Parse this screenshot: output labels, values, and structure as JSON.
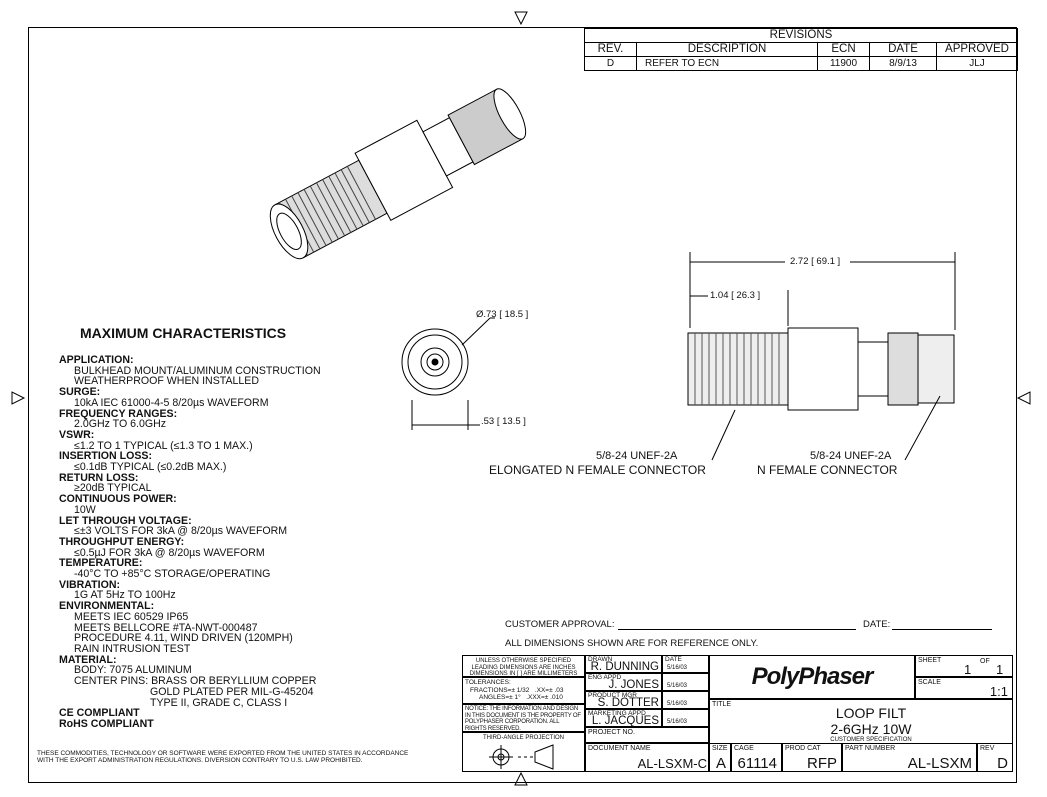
{
  "revisions": {
    "title": "REVISIONS",
    "headers": [
      "REV.",
      "DESCRIPTION",
      "ECN",
      "DATE",
      "APPROVED"
    ],
    "rows": [
      [
        "D",
        "REFER TO ECN",
        "11900",
        "8/9/13",
        "JLJ"
      ]
    ]
  },
  "characteristics": {
    "title": "MAXIMUM CHARACTERISTICS",
    "items": [
      {
        "label": "APPLICATION:",
        "lines": [
          "BULKHEAD MOUNT/ALUMINUM CONSTRUCTION",
          "WEATHERPROOF WHEN INSTALLED"
        ]
      },
      {
        "label": "SURGE:",
        "lines": [
          "10kA IEC 61000-4-5 8/20µs WAVEFORM"
        ]
      },
      {
        "label": "FREQUENCY RANGES:",
        "lines": [
          "2.0GHz TO 6.0GHz"
        ]
      },
      {
        "label": "VSWR:",
        "lines": [
          "≤1.2 TO 1 TYPICAL (≤1.3 TO 1 MAX.)"
        ]
      },
      {
        "label": "INSERTION LOSS:",
        "lines": [
          "≤0.1dB TYPICAL (≤0.2dB MAX.)"
        ]
      },
      {
        "label": "RETURN LOSS:",
        "lines": [
          "≥20dB TYPICAL"
        ]
      },
      {
        "label": "CONTINUOUS POWER:",
        "lines": [
          "10W"
        ]
      },
      {
        "label": "LET THROUGH VOLTAGE:",
        "lines": [
          "≤±3 VOLTS FOR 3kA @ 8/20µs WAVEFORM"
        ]
      },
      {
        "label": "THROUGHPUT ENERGY:",
        "lines": [
          "≤0.5µJ FOR 3kA @ 8/20µs WAVEFORM"
        ]
      },
      {
        "label": "TEMPERATURE:",
        "lines": [
          "-40°C TO +85°C STORAGE/OPERATING"
        ]
      },
      {
        "label": "VIBRATION:",
        "lines": [
          "1G AT 5Hz TO 100Hz"
        ]
      },
      {
        "label": "ENVIRONMENTAL:",
        "lines": [
          "MEETS IEC 60529 IP65",
          "MEETS BELLCORE #TA-NWT-000487",
          "PROCEDURE 4.11, WIND DRIVEN (120MPH)",
          "RAIN INTRUSION TEST"
        ]
      },
      {
        "label": "MATERIAL:",
        "lines": [
          "BODY: 7075 ALUMINUM",
          "CENTER PINS: BRASS OR BERYLLIUM COPPER"
        ],
        "sublines": [
          "GOLD PLATED PER MIL-G-45204",
          "TYPE II, GRADE C, CLASS I"
        ]
      },
      {
        "label": "CE COMPLIANT",
        "lines": []
      },
      {
        "label": "RoHS COMPLIANT",
        "lines": []
      }
    ]
  },
  "dimensions": {
    "diameter": "Ø.73",
    "diameter_mm": "18.5",
    "depth": ".53",
    "depth_mm": "13.5",
    "overall": "2.72",
    "overall_mm": "69.1",
    "body": "1.04",
    "body_mm": "26.3"
  },
  "callouts": {
    "left_thread": "5/8-24 UNEF-2A",
    "left_connector": "ELONGATED N FEMALE CONNECTOR",
    "right_thread": "5/8-24 UNEF-2A",
    "right_connector": "N FEMALE CONNECTOR"
  },
  "approval": {
    "customer": "CUSTOMER APPROVAL:",
    "date": "DATE:",
    "note": "ALL DIMENSIONS SHOWN ARE FOR REFERENCE ONLY."
  },
  "export_notice": [
    "THESE COMMODITIES, TECHNOLOGY OR SOFTWARE WERE EXPORTED FROM THE UNITED STATES IN ACCORDANCE",
    "WITH THE EXPORT ADMINISTRATION REGULATIONS. DIVERSION CONTRARY TO U.S. LAW PROHIBITED."
  ],
  "titleblock": {
    "unless": [
      "UNLESS OTHERWISE SPECIFIED",
      "LEADING DIMENSIONS ARE INCHES",
      "DIMENSIONS IN [ ] ARE MILLIMETERS"
    ],
    "tolerances": "TOLERANCES:",
    "fractions": "FRACTIONS=± 1/32",
    "xx": ".XX=± .03",
    "angles": "ANGLES=± 1°",
    "xxx": ".XXX=± .010",
    "notice": "NOTICE: THE INFORMATION AND DESIGN IN THIS DOCUMENT IS THE PROPERTY OF POLYPHASER CORPORATION. ALL RIGHTS RESERVED.",
    "projection": "THIRD-ANGLE PROJECTION",
    "signoffs": [
      {
        "role": "DRAWN",
        "name": "R. DUNNING",
        "date": "5/16/03"
      },
      {
        "role": "ENG APPD",
        "name": "J. JONES",
        "date": "5/16/03"
      },
      {
        "role": "PRODUCT MGR",
        "name": "S. DOTTER",
        "date": "5/16/03"
      },
      {
        "role": "MARKETING APPD",
        "name": "L. JACQUES",
        "date": "5/16/03"
      }
    ],
    "date_label": "DATE",
    "project_label": "PROJECT NO.",
    "logo": "PolyPhaser",
    "sheet_label": "SHEET",
    "sheet": "1",
    "of_label": "OF",
    "of": "1",
    "scale_label": "SCALE",
    "scale": "1:1",
    "title_label": "TITLE",
    "title1": "LOOP FILT",
    "title2": "2-6GHz 10W",
    "subtitle": "CUSTOMER SPECIFICATION",
    "docname_label": "DOCUMENT NAME",
    "docname": "AL-LSXM-C",
    "size_label": "SIZE",
    "size": "A",
    "cage_label": "CAGE",
    "cage": "61114",
    "prodcat_label": "PROD CAT",
    "prodcat": "RFP",
    "part_label": "PART NUMBER",
    "part": "AL-LSXM",
    "rev_label": "REV",
    "rev": "D"
  }
}
